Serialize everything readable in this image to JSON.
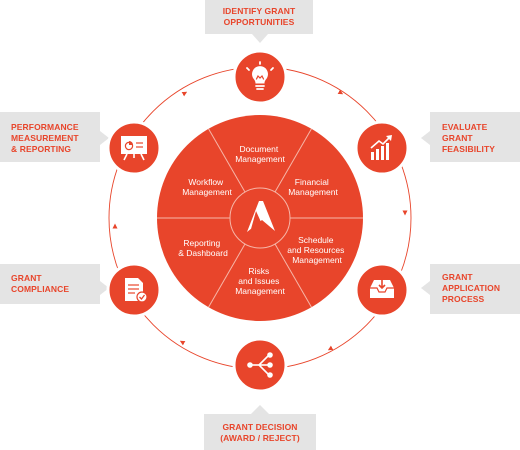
{
  "center_segments": [
    {
      "lines": [
        "Document",
        "Management"
      ]
    },
    {
      "lines": [
        "Financial",
        "Management"
      ]
    },
    {
      "lines": [
        "Schedule",
        "and Resources",
        "Management"
      ]
    },
    {
      "lines": [
        "Risks",
        "and Issues",
        "Management"
      ]
    },
    {
      "lines": [
        "Reporting",
        "& Dashboard"
      ]
    },
    {
      "lines": [
        "Workflow",
        "Management"
      ]
    }
  ],
  "stages": [
    {
      "id": "identify",
      "icon": "lightbulb-icon",
      "lines": [
        "IDENTIFY GRANT",
        "OPPORTUNITIES"
      ]
    },
    {
      "id": "evaluate",
      "icon": "growth-chart-icon",
      "lines": [
        "EVALUATE",
        "GRANT",
        "FEASIBILITY"
      ]
    },
    {
      "id": "application",
      "icon": "inbox-download-icon",
      "lines": [
        "GRANT",
        "APPLICATION",
        "PROCESS"
      ]
    },
    {
      "id": "decision",
      "icon": "branching-icon",
      "lines": [
        "GRANT DECISION",
        "(AWARD /  REJECT)"
      ]
    },
    {
      "id": "compliance",
      "icon": "checked-document-icon",
      "lines": [
        "GRANT",
        "COMPLIANCE"
      ]
    },
    {
      "id": "performance",
      "icon": "presentation-board-icon",
      "lines": [
        "PERFORMANCE",
        "MEASUREMENT",
        "& REPORTING"
      ]
    }
  ],
  "colors": {
    "accent": "#e8452b",
    "divider": "#f6b6a8",
    "callout_bg": "#e4e4e4",
    "white": "#ffffff"
  }
}
